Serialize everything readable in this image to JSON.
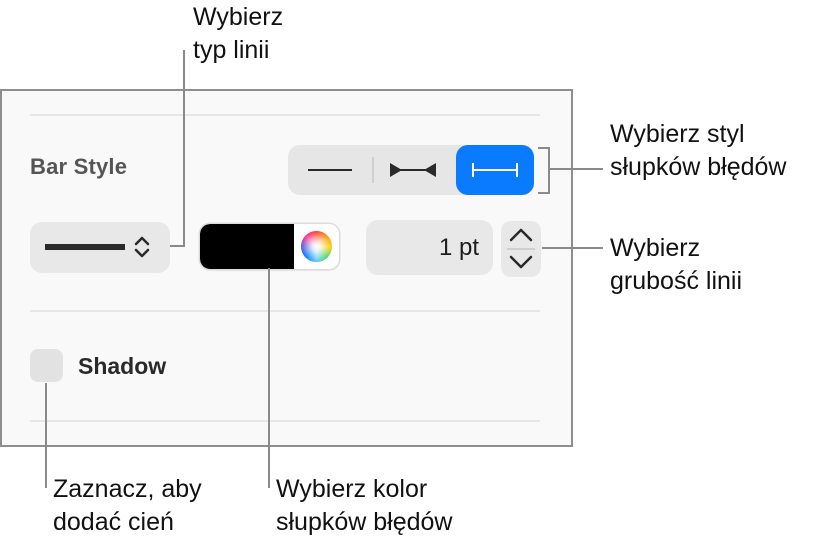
{
  "panel": {
    "section_label": "Bar Style",
    "bar_style": {
      "options": [
        {
          "name": "line-only",
          "icon": "plain-line-icon",
          "selected": false
        },
        {
          "name": "arrow-ends",
          "icon": "arrow-ends-line-icon",
          "selected": false
        },
        {
          "name": "bracket-ends",
          "icon": "bracket-ends-line-icon",
          "selected": true
        }
      ],
      "selected_color": "#0A7AFF"
    },
    "line_type": {
      "icon": "solid-line-sample-icon",
      "chevron": "updown-chevron-icon"
    },
    "color_well": {
      "color": "#000000",
      "picker_icon": "color-wheel-icon"
    },
    "line_width": {
      "value": "1 pt"
    },
    "shadow": {
      "label": "Shadow",
      "checked": false
    }
  },
  "callouts": {
    "line_type": {
      "line1": "Wybierz",
      "line2": "typ linii"
    },
    "bar_style": {
      "line1": "Wybierz styl",
      "line2": "słupków błędów"
    },
    "line_width": {
      "line1": "Wybierz",
      "line2": "grubość linii"
    },
    "shadow": {
      "line1": "Zaznacz, aby",
      "line2": "dodać cień"
    },
    "color": {
      "line1": "Wybierz kolor",
      "line2": "słupków błędów"
    }
  }
}
